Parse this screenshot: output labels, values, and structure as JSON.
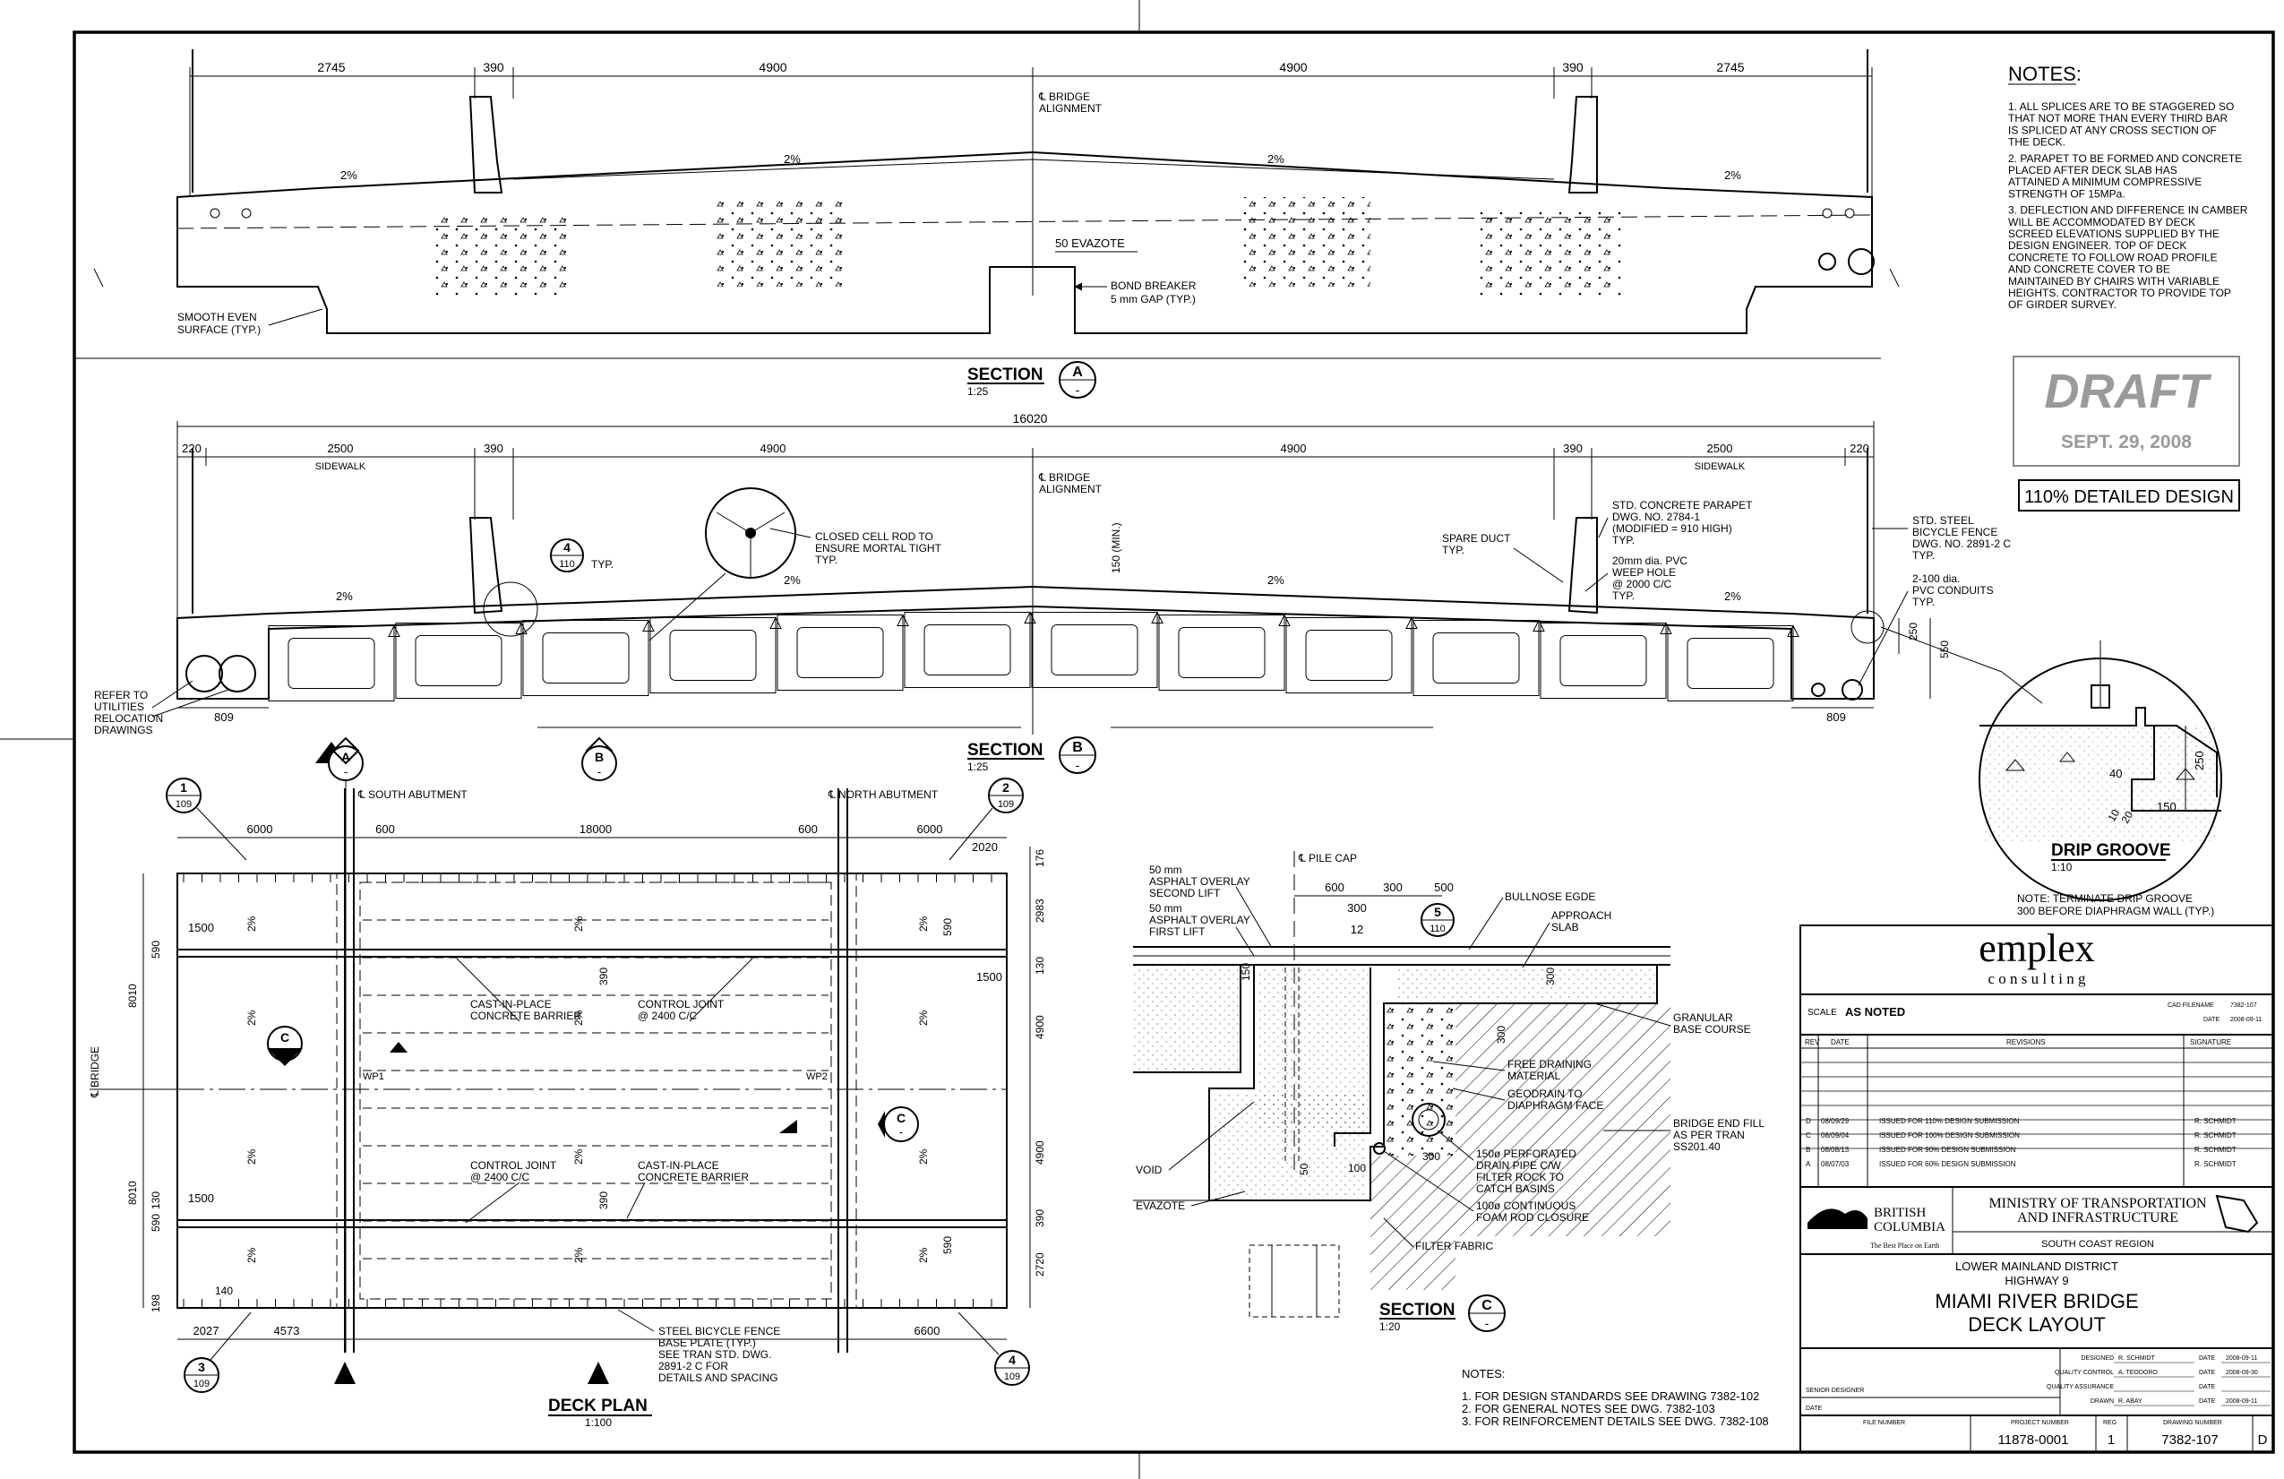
{
  "notes_top": {
    "heading": "NOTES:",
    "items": [
      "1.  ALL SPLICES ARE TO BE STAGGERED SO",
      "     THAT NOT MORE THAN EVERY THIRD BAR",
      "     IS SPLICED AT ANY CROSS SECTION OF",
      "     THE DECK.",
      "2.  PARAPET TO BE FORMED AND CONCRETE",
      "     PLACED AFTER DECK SLAB HAS",
      "     ATTAINED A MINIMUM COMPRESSIVE",
      "     STRENGTH OF 15MPa.",
      "3.  DEFLECTION AND DIFFERENCE IN CAMBER",
      "     WILL BE ACCOMMODATED BY DECK",
      "     SCREED ELEVATIONS SUPPLIED BY THE",
      "     DESIGN ENGINEER. TOP OF DECK",
      "     CONCRETE TO FOLLOW ROAD PROFILE",
      "     AND CONCRETE COVER TO BE",
      "     MAINTAINED BY CHAIRS WITH VARIABLE",
      "     HEIGHTS. CONTRACTOR TO PROVIDE TOP",
      "     OF GIRDER SURVEY."
    ]
  },
  "stamp": {
    "draft": "DRAFT",
    "date": "SEPT. 29, 2008",
    "design": "110% DETAILED DESIGN"
  },
  "section_a": {
    "title": "SECTION",
    "letter": "A",
    "sub": "-",
    "scale": "1:25",
    "dims": [
      "2745",
      "390",
      "4900",
      "4900",
      "390",
      "2745"
    ],
    "slopes": [
      "2%",
      "2%",
      "2%",
      "2%"
    ],
    "bridge_alignment": [
      "℄ BRIDGE",
      "ALIGNMENT"
    ],
    "evazote": "50 EVAZOTE",
    "bond_breaker": [
      "BOND BREAKER",
      "5 mm GAP (TYP.)"
    ],
    "smooth": [
      "SMOOTH EVEN",
      "SURFACE (TYP.)"
    ]
  },
  "section_b": {
    "title": "SECTION",
    "letter": "B",
    "sub": "-",
    "scale": "1:25",
    "overall": "16020",
    "dims": [
      "220",
      "2500",
      "390",
      "4900",
      "4900",
      "390",
      "2500",
      "220"
    ],
    "sidewalk": "SIDEWALK",
    "slopes": [
      "2%",
      "2%",
      "2%",
      "2%"
    ],
    "bridge_alignment": [
      "℄ BRIDGE",
      "ALIGNMENT"
    ],
    "closed_cell": [
      "CLOSED CELL ROD TO",
      "ENSURE MORTAL TIGHT",
      "TYP."
    ],
    "detail_num": "4",
    "detail_sheet": "110",
    "typ": "TYP.",
    "min150": "150 (MIN.)",
    "spare_duct": [
      "SPARE DUCT",
      "TYP."
    ],
    "parapet": [
      "STD. CONCRETE PARAPET",
      "DWG. NO. 2784-1",
      "(MODIFIED = 910 HIGH)",
      "TYP."
    ],
    "weep": [
      "20mm dia. PVC",
      "WEEP HOLE",
      "@ 2000 C/C",
      "TYP."
    ],
    "fence": [
      "STD. STEEL",
      "BICYCLE FENCE",
      "DWG. NO. 2891-2 C",
      "TYP."
    ],
    "conduits": [
      "2-100 dia.",
      "PVC CONDUITS",
      "TYP."
    ],
    "refer": [
      "REFER TO",
      "UTILITIES",
      "RELOCATION",
      "DRAWINGS"
    ],
    "dim809": "809",
    "dim250": "250",
    "dim550": "550"
  },
  "drip": {
    "title": "DRIP GROOVE",
    "scale": "1:10",
    "dims": [
      "250",
      "40",
      "10",
      "20",
      "150"
    ],
    "note": [
      "NOTE: TERMINATE DRIP GROOVE",
      "300 BEFORE DIAPHRAGM WALL (TYP.)"
    ]
  },
  "deck_plan": {
    "title": "DECK PLAN",
    "scale": "1:100",
    "south": "℄ SOUTH ABUTMENT",
    "north": "℄ NORTH ABUTMENT",
    "top_dims": [
      "6000",
      "600",
      "18000",
      "600",
      "6000"
    ],
    "bottom_dims": [
      "2027",
      "4573",
      "6600"
    ],
    "right_dims": [
      "176",
      "2983",
      "130",
      "4900",
      "4900",
      "390",
      "2720"
    ],
    "left_dims": [
      "8010",
      "590",
      "8010",
      "590",
      "130",
      "198",
      "140"
    ],
    "misc": [
      "1500",
      "1500",
      "1500",
      "2020",
      "590",
      "590",
      "390",
      "390",
      "2%",
      "WP1",
      "WP2"
    ],
    "bridge_label": "℄ BRIDGE",
    "barrier": [
      "CAST-IN-PLACE",
      "CONCRETE BARRIER"
    ],
    "joint": [
      "CONTROL JOINT",
      "@ 2400 C/C"
    ],
    "fence_note": [
      "STEEL BICYCLE FENCE",
      "BASE PLATE (TYP.)",
      "SEE TRAN STD. DWG.",
      "2891-2 C FOR",
      "DETAILS AND SPACING"
    ],
    "callouts": [
      {
        "num": "1",
        "sheet": "109"
      },
      {
        "num": "2",
        "sheet": "109"
      },
      {
        "num": "3",
        "sheet": "109"
      },
      {
        "num": "4",
        "sheet": "109"
      }
    ]
  },
  "section_c": {
    "title": "SECTION",
    "letter": "C",
    "sub": "-",
    "scale": "1:20",
    "pile_cap": "℄ PILE CAP",
    "overlay2": [
      "50 mm",
      "ASPHALT OVERLAY",
      "SECOND LIFT"
    ],
    "overlay1": [
      "50 mm",
      "ASPHALT OVERLAY",
      "FIRST LIFT"
    ],
    "dims": [
      "600",
      "300",
      "500",
      "300",
      "12",
      "150",
      "300",
      "300",
      "50",
      "100",
      "300"
    ],
    "detail_num": "5",
    "detail_sheet": "110",
    "bullnose": "BULLNOSE EGDE",
    "approach": [
      "APPROACH",
      "SLAB"
    ],
    "granular": [
      "GRANULAR",
      "BASE COURSE"
    ],
    "free_drain": [
      "FREE DRAINING",
      "MATERIAL"
    ],
    "geodrain": [
      "GEODRAIN TO",
      "DIAPHRAGM FACE"
    ],
    "end_fill": [
      "BRIDGE END FILL",
      "AS PER TRAN",
      "SS201.40"
    ],
    "drain_pipe": [
      "150ø PERFORATED",
      "DRAIN PIPE C/W",
      "FILTER ROCK TO",
      "CATCH BASINS"
    ],
    "foam": [
      "100ø CONTINUOUS",
      "FOAM ROD CLOSURE"
    ],
    "filter": "FILTER FABRIC",
    "void": "VOID",
    "evazote": "EVAZOTE"
  },
  "notes_bottom": {
    "heading": "NOTES:",
    "items": [
      "1.    FOR DESIGN STANDARDS SEE DRAWING 7382-102",
      "2.    FOR GENERAL NOTES SEE DWG. 7382-103",
      "3.    FOR REINFORCEMENT DETAILS SEE DWG. 7382-108"
    ]
  },
  "title_block": {
    "company": "emplex",
    "company_sub": "c o n s u l t i n g",
    "scale_label": "SCALE",
    "scale_value": "AS NOTED",
    "cad_label": "CAD FILENAME",
    "cad_value": "7382-107",
    "date_label": "DATE",
    "date_value": "2008-09-11",
    "rev_head": [
      "REV",
      "DATE",
      "REVISIONS",
      "SIGNATURE"
    ],
    "revisions": [
      {
        "rev": "D",
        "date": "08/09/29",
        "text": "ISSUED FOR 110% DESIGN SUBMISSION",
        "sig": "R. SCHMIDT"
      },
      {
        "rev": "C",
        "date": "08/09/04",
        "text": "ISSUED FOR 100% DESIGN SUBMISSION",
        "sig": "R. SCHMIDT"
      },
      {
        "rev": "B",
        "date": "08/08/13",
        "text": "ISSUED FOR 90% DESIGN SUBMISSION",
        "sig": "R. SCHMIDT"
      },
      {
        "rev": "A",
        "date": "08/07/03",
        "text": "ISSUED FOR 60% DESIGN SUBMISSION",
        "sig": "R. SCHMIDT"
      }
    ],
    "bc1": "BRITISH",
    "bc2": "COLUMBIA",
    "bc_tag": "The Best Place on Earth",
    "ministry1": "MINISTRY OF TRANSPORTATION",
    "ministry2": "AND INFRASTRUCTURE",
    "region": "SOUTH COAST REGION",
    "district": "LOWER MAINLAND DISTRICT",
    "highway": "HIGHWAY 9",
    "project": "MIAMI RIVER BRIDGE",
    "drawing": "DECK LAYOUT",
    "sign": [
      {
        "label": "DESIGNED",
        "name": "R. SCHMIDT",
        "date": "2008-09-11"
      },
      {
        "label": "QUALITY CONTROL",
        "name": "A. TEODORO",
        "date": "2008-09-30"
      },
      {
        "label": "QUALITY ASSURANCE",
        "name": "",
        "date": ""
      },
      {
        "label": "DRAWN",
        "name": "R. ABAY",
        "date": "2008-09-11"
      }
    ],
    "senior": "SENIOR DESIGNER",
    "date_small": "DATE",
    "file_label": "FILE NUMBER",
    "project_label": "PROJECT NUMBER",
    "rev_label": "REG",
    "dwg_label": "DRAWING NUMBER",
    "project_number": "11878-0001",
    "reg": "1",
    "drawing_number": "7382-107",
    "rev_letter": "D"
  }
}
